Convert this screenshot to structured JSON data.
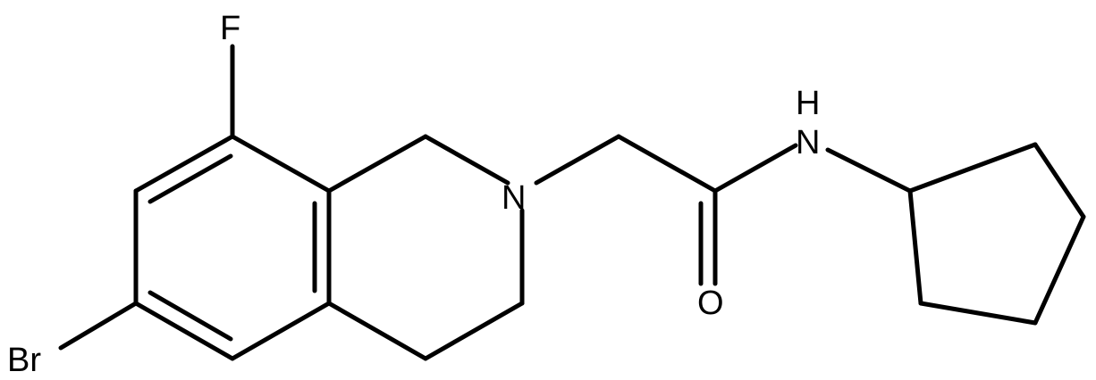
{
  "atom_labels": {
    "fluorine": "F",
    "bromine": "Br",
    "ring_nitrogen": "N",
    "amide_nitrogen": "N",
    "amide_hydrogen": "H",
    "carbonyl_oxygen": "O"
  },
  "colors": {
    "bond": "#000000",
    "label": "#000000",
    "background": "#ffffff"
  }
}
